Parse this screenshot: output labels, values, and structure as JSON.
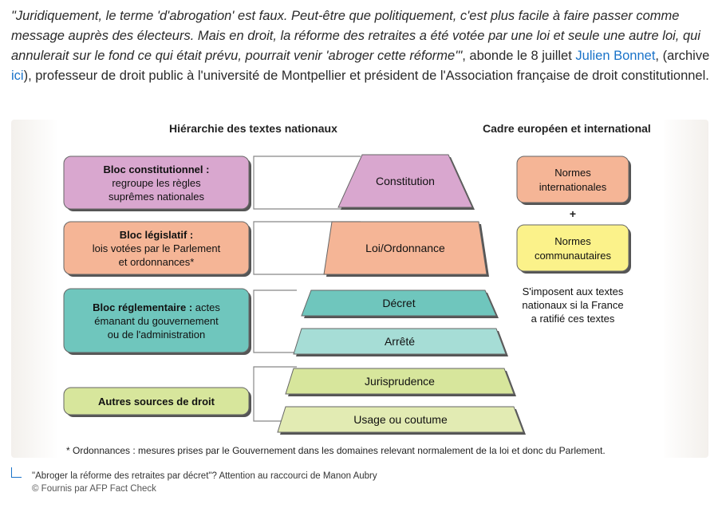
{
  "quote": {
    "italic": "\"Juridiquement, le terme 'd'abrogation' est faux. Peut-être que politiquement, c'est plus facile à faire passer comme message auprès des électeurs. Mais en droit, la réforme des retraites a été votée par une loi et seule une autre loi, qui annulerait sur le fond ce qui était prévu, pourrait venir 'abroger cette réforme'\"",
    "after_italic": ", abonde le 8 juillet ",
    "author_link": "Julien Bonnet",
    "comma": ",",
    "archive_open": "(archive ",
    "archive_link": "ici",
    "archive_close": "), professeur de droit public à l'université de Montpellier et président de l'Association française de droit constitutionnel."
  },
  "figure": {
    "left_title": "Hiérarchie des textes nationaux",
    "right_title": "Cadre européen et international",
    "blocks": [
      {
        "title": "Bloc constitutionnel :",
        "lines": [
          "regroupe les règles",
          "suprêmes nationales"
        ],
        "color": "#d9a7cf"
      },
      {
        "title": "Bloc législatif :",
        "lines": [
          "lois votées par le Parlement",
          "et ordonnances*"
        ],
        "color": "#f5b596"
      },
      {
        "title": "Bloc réglementaire :",
        "title_rest": " actes",
        "lines": [
          "émanant du gouvernement",
          "ou de l'administration"
        ],
        "color": "#6fc6bd"
      },
      {
        "title": "Autres sources de droit",
        "lines": [],
        "color": "#d7e69c"
      }
    ],
    "pyramid": [
      {
        "label": "Constitution",
        "color": "#d9a7cf"
      },
      {
        "label": "Loi/Ordonnance",
        "color": "#f5b596"
      },
      {
        "label": "Décret",
        "color": "#6fc6bd"
      },
      {
        "label": "Arrêté",
        "color": "#a6ddd6"
      },
      {
        "label": "Jurisprudence",
        "color": "#d7e69c"
      },
      {
        "label": "Usage ou coutume",
        "color": "#e2ebb3"
      }
    ],
    "intl": [
      {
        "lines": [
          "Normes",
          "internationales"
        ],
        "color": "#f5b596"
      },
      {
        "lines": [
          "Normes",
          "communautaires"
        ],
        "color": "#fbf28a"
      }
    ],
    "plus": "+",
    "intl_note": [
      "S'imposent aux textes",
      "nationaux si la France",
      "a ratifié ces textes"
    ],
    "footnote": "* Ordonnances : mesures prises par le Gouvernement dans les domaines relevant normalement de la loi et donc du Parlement."
  },
  "caption": {
    "title": "\"Abroger la réforme des retraites par décret\"? Attention au raccourci de Manon Aubry",
    "credit": "© Fournis par AFP Fact Check"
  }
}
